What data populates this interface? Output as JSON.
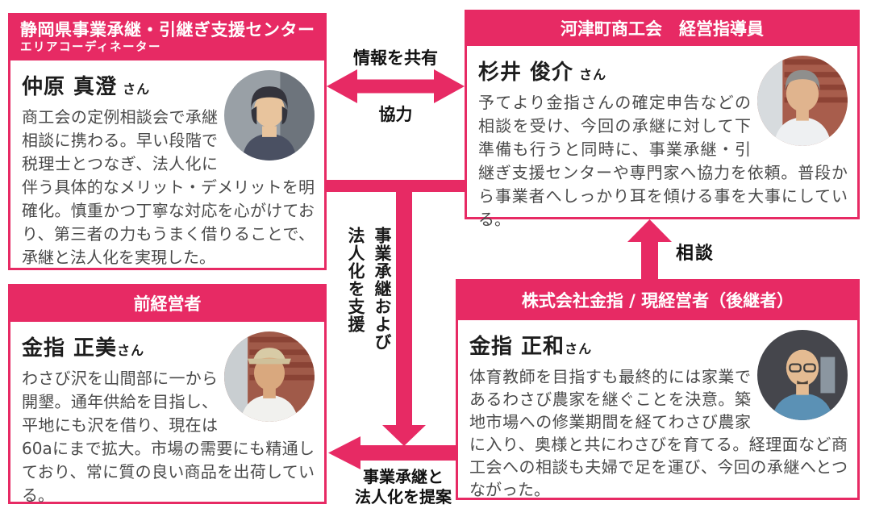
{
  "palette": {
    "accent_pink": "#e72a64",
    "body_text": "#4a4a4a",
    "name_text": "#1d1d1d"
  },
  "boxes": {
    "center": {
      "header_line1": "静岡県事業承継・引継ぎ支援センター",
      "header_line2": "エリアコーディネーター",
      "name": "仲原 真澄",
      "suffix": "さん",
      "description": "商工会の定例相談会で承継相談に携わる。早い段階で税理士とつなぎ、法人化に伴う具体的なメリット・デメリットを明確化。慎重かつ丁寧な対応を心がけており、第三者の力もうまく借りることで、承継と法人化を実現した。"
    },
    "chamber": {
      "header": "河津町商工会　経営指導員",
      "name": "杉井 俊介",
      "suffix": "さん",
      "description": "予てより金指さんの確定申告などの相談を受け、今回の承継に対して下準備も行うと同時に、事業承継・引継ぎ支援センターや専門家へ協力を依頼。普段から事業者へしっかり耳を傾ける事を大事にしている。"
    },
    "former": {
      "header": "前経営者",
      "name": "金指 正美",
      "suffix": "さん",
      "description": "わさび沢を山間部に一から開墾。通年供給を目指し、平地にも沢を借り、現在は60aにまで拡大。市場の需要にも精通しており、常に質の良い商品を出荷している。"
    },
    "current": {
      "header": "株式会社金指 / 現経営者（後継者）",
      "name": "金指 正和",
      "suffix": "さん",
      "description": "体育教師を目指すも最終的には家業であるわさび農家を継ぐことを決意。築地市場への修業期間を経てわさび農家に入り、奥様と共にわさびを育てる。経理面など商工会への相談も夫婦で足を運び、今回の承継へとつながった。"
    }
  },
  "arrows": {
    "share_label": "情報を共有",
    "cooperate_label": "協力",
    "support_label_line1": "事業承継および",
    "support_label_line2": "法人化を支援",
    "consult_label": "相談",
    "propose_label_line1": "事業承継と",
    "propose_label_line2": "法人化を提案"
  }
}
